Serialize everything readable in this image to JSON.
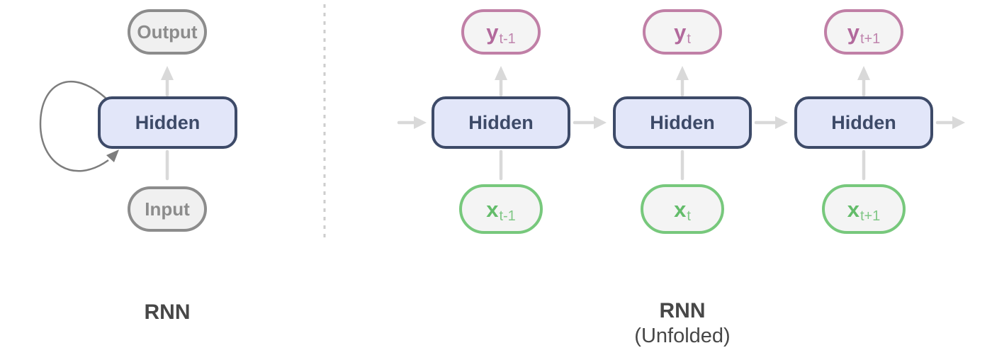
{
  "colors": {
    "bg": "#ffffff",
    "hidden-fill": "#e2e6f9",
    "hidden-border": "#3d4a68",
    "hidden-text": "#3d4a68",
    "io-fill": "#f0f0f0",
    "io-border": "#8c8c8c",
    "io-text": "#8c8c8c",
    "y-fill": "#f4f4f4",
    "y-border": "#c07fa6",
    "y-text": "#b2699c",
    "x-fill": "#f4f4f4",
    "x-border": "#77c87c",
    "x-text": "#63bc6a",
    "arrow": "#d9d9d9",
    "loop": "#7d7d7d",
    "divider": "#cdcdcd",
    "caption": "#474747"
  },
  "left": {
    "output_label": "Output",
    "hidden_label": "Hidden",
    "input_label": "Input",
    "caption": "RNN"
  },
  "right": {
    "caption_title": "RNN",
    "caption_subtitle": "(Unfolded)",
    "columns": [
      {
        "output_var": "y",
        "output_sub": "t-1",
        "hidden_label": "Hidden",
        "input_var": "x",
        "input_sub": "t-1"
      },
      {
        "output_var": "y",
        "output_sub": "t",
        "hidden_label": "Hidden",
        "input_var": "x",
        "input_sub": "t"
      },
      {
        "output_var": "y",
        "output_sub": "t+1",
        "hidden_label": "Hidden",
        "input_var": "x",
        "input_sub": "t+1"
      }
    ]
  }
}
